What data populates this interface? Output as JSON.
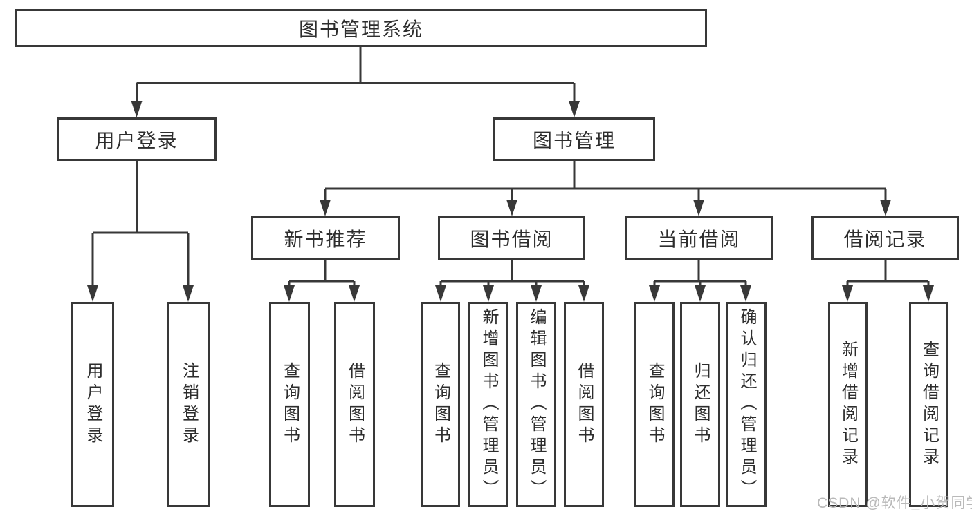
{
  "diagram": {
    "type": "tree",
    "tree": {
      "label": "图书管理系统",
      "children": [
        {
          "label": "用户登录",
          "children": [
            {
              "label": "用户登录"
            },
            {
              "label": "注销登录"
            }
          ]
        },
        {
          "label": "图书管理",
          "children": [
            {
              "label": "新书推荐",
              "children": [
                {
                  "label": "查询图书"
                },
                {
                  "label": "借阅图书"
                }
              ]
            },
            {
              "label": "图书借阅",
              "children": [
                {
                  "label": "查询图书"
                },
                {
                  "label": "新增图书（管理员）"
                },
                {
                  "label": "编辑图书（管理员）"
                },
                {
                  "label": "借阅图书"
                }
              ]
            },
            {
              "label": "当前借阅",
              "children": [
                {
                  "label": "查询图书"
                },
                {
                  "label": "归还图书"
                },
                {
                  "label": "确认归还（管理员）"
                }
              ]
            },
            {
              "label": "借阅记录",
              "children": [
                {
                  "label": "新增借阅记录"
                },
                {
                  "label": "查询借阅记录"
                }
              ]
            }
          ]
        }
      ]
    }
  },
  "watermark": "CSDN @软件_小贺同学",
  "colors": {
    "line": "#383838",
    "box_border": "#383838",
    "box_fill": "#ffffff",
    "text": "#2d2d2d",
    "watermark": "#b9b9b9",
    "background": "#ffffff"
  }
}
